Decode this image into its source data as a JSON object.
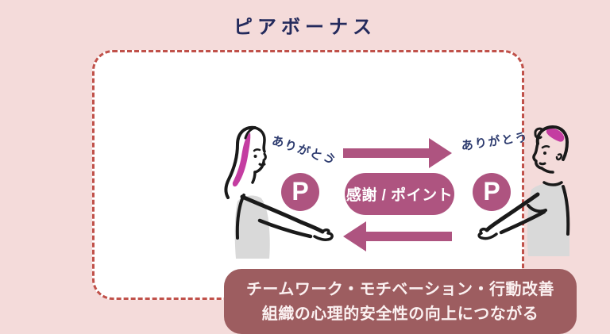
{
  "title": "ピアボーナス",
  "card": {
    "thanks_left": "ありがとう",
    "thanks_right": "ありがとう",
    "point_symbol_left": "P",
    "point_symbol_right": "P",
    "exchange_pill": "感謝 / ポイント",
    "benefit": {
      "line1": "チームワーク・モチベーション・行動改善",
      "line2": "組織の心理的安全性の向上につながる"
    }
  },
  "icons": {
    "woman_illustration": "woman-giving-thanks-icon",
    "man_illustration": "man-giving-thanks-icon",
    "arrow_top": "arrow-right-icon",
    "arrow_bottom": "arrow-left-icon"
  },
  "colors": {
    "background": "#f4dbda",
    "card_background": "#ffffff",
    "card_dashed_border": "#c0514a",
    "title_text": "#232a5c",
    "accent_magenta": "#ae5480",
    "banner_background": "#9d5d60",
    "banner_text": "#fbf1f1",
    "hair_highlight": "#c43da1",
    "handwriting_text": "#2c3a6e",
    "clothing_gray": "#d9d9d9",
    "line_art": "#1a1a1a"
  }
}
